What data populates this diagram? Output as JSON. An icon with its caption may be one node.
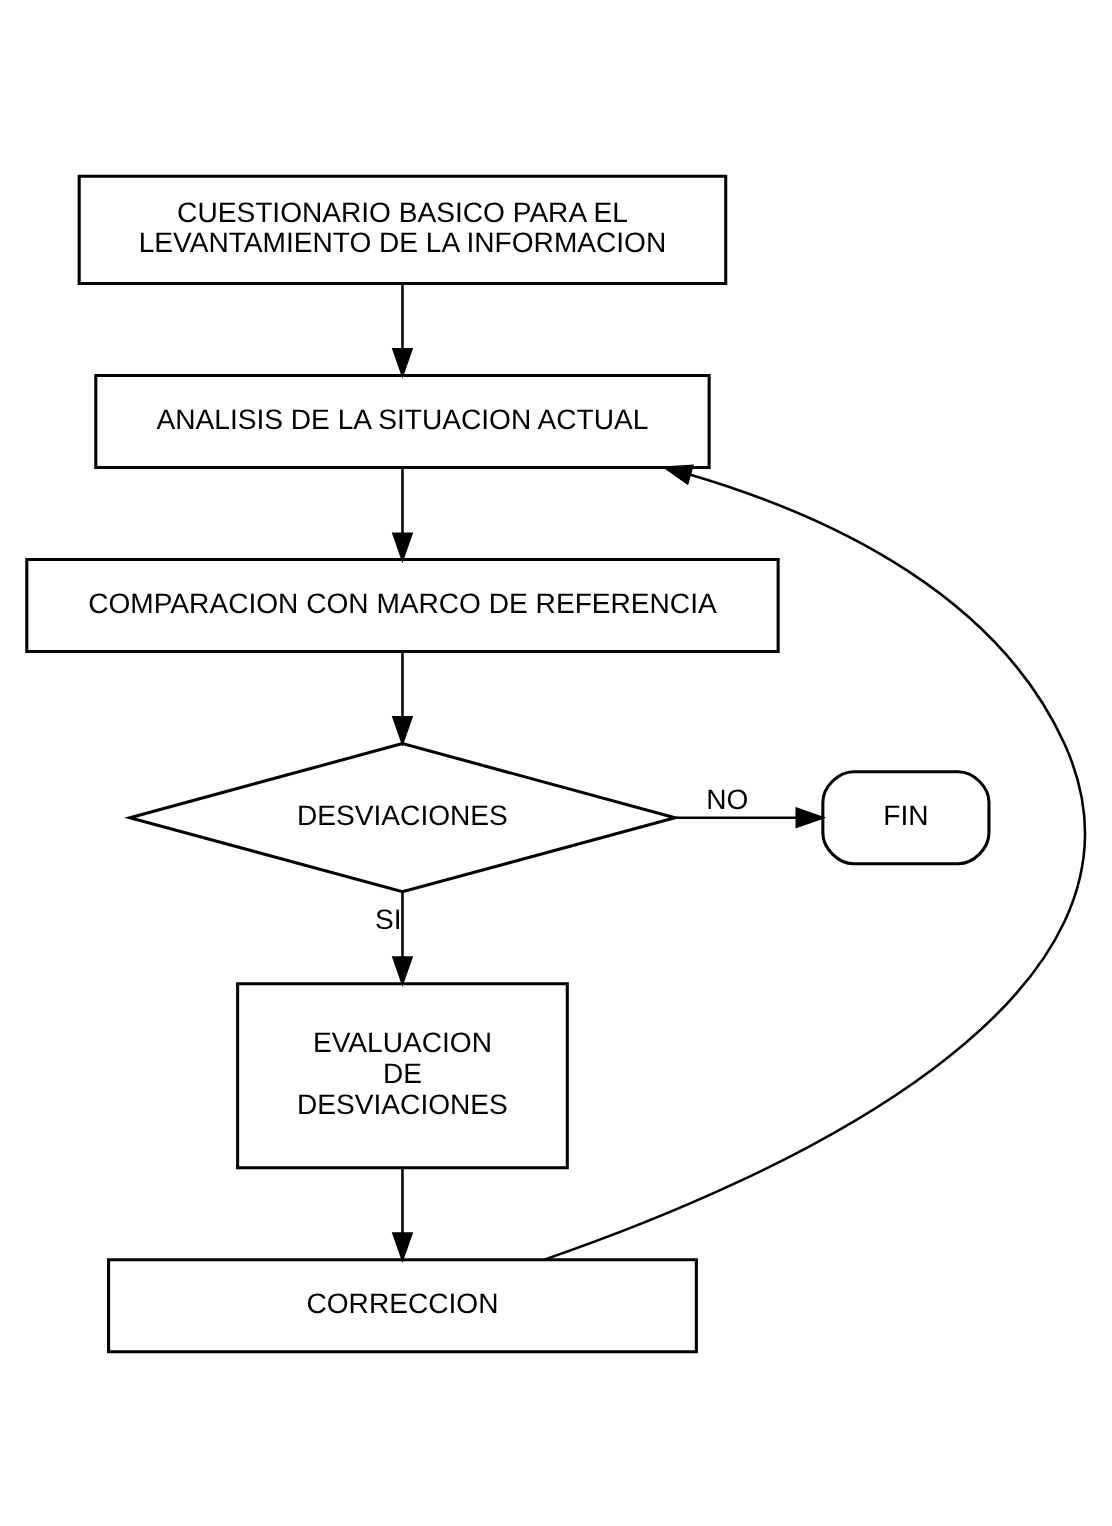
{
  "diagram": {
    "nodes": [
      {
        "text": [
          "CUESTIONARIO BASICO PARA EL LEVANTAMIENTO DE LA INFORMACION"
        ]
      },
      {
        "text": [
          "ANALISIS DE LA SITUACION ACTUAL"
        ]
      },
      {
        "text": [
          "COMPARACION CON MARCO DE REFERENCIA"
        ]
      },
      {
        "text": [
          "DESVIACIONES"
        ]
      },
      {
        "text": [
          "FIN"
        ]
      },
      {
        "text": [
          "EVALUACION DE DESVIACIONES"
        ]
      },
      {
        "text": [
          "CORRECCION"
        ]
      }
    ],
    "edges": [
      {
        "from": 0,
        "to": 1,
        "arrow": "to"
      },
      {
        "from": 1,
        "to": 2,
        "arrow": "to"
      },
      {
        "from": 2,
        "to": 3,
        "arrow": "to"
      },
      {
        "from": 3,
        "to": 4,
        "arrow": "to",
        "label": "NO"
      },
      {
        "from": 3,
        "to": 5,
        "arrow": "to",
        "label": "SI"
      },
      {
        "from": 5,
        "to": 6,
        "arrow": "to"
      },
      {
        "from": 6,
        "to": 1,
        "arrow": "to"
      }
    ]
  }
}
